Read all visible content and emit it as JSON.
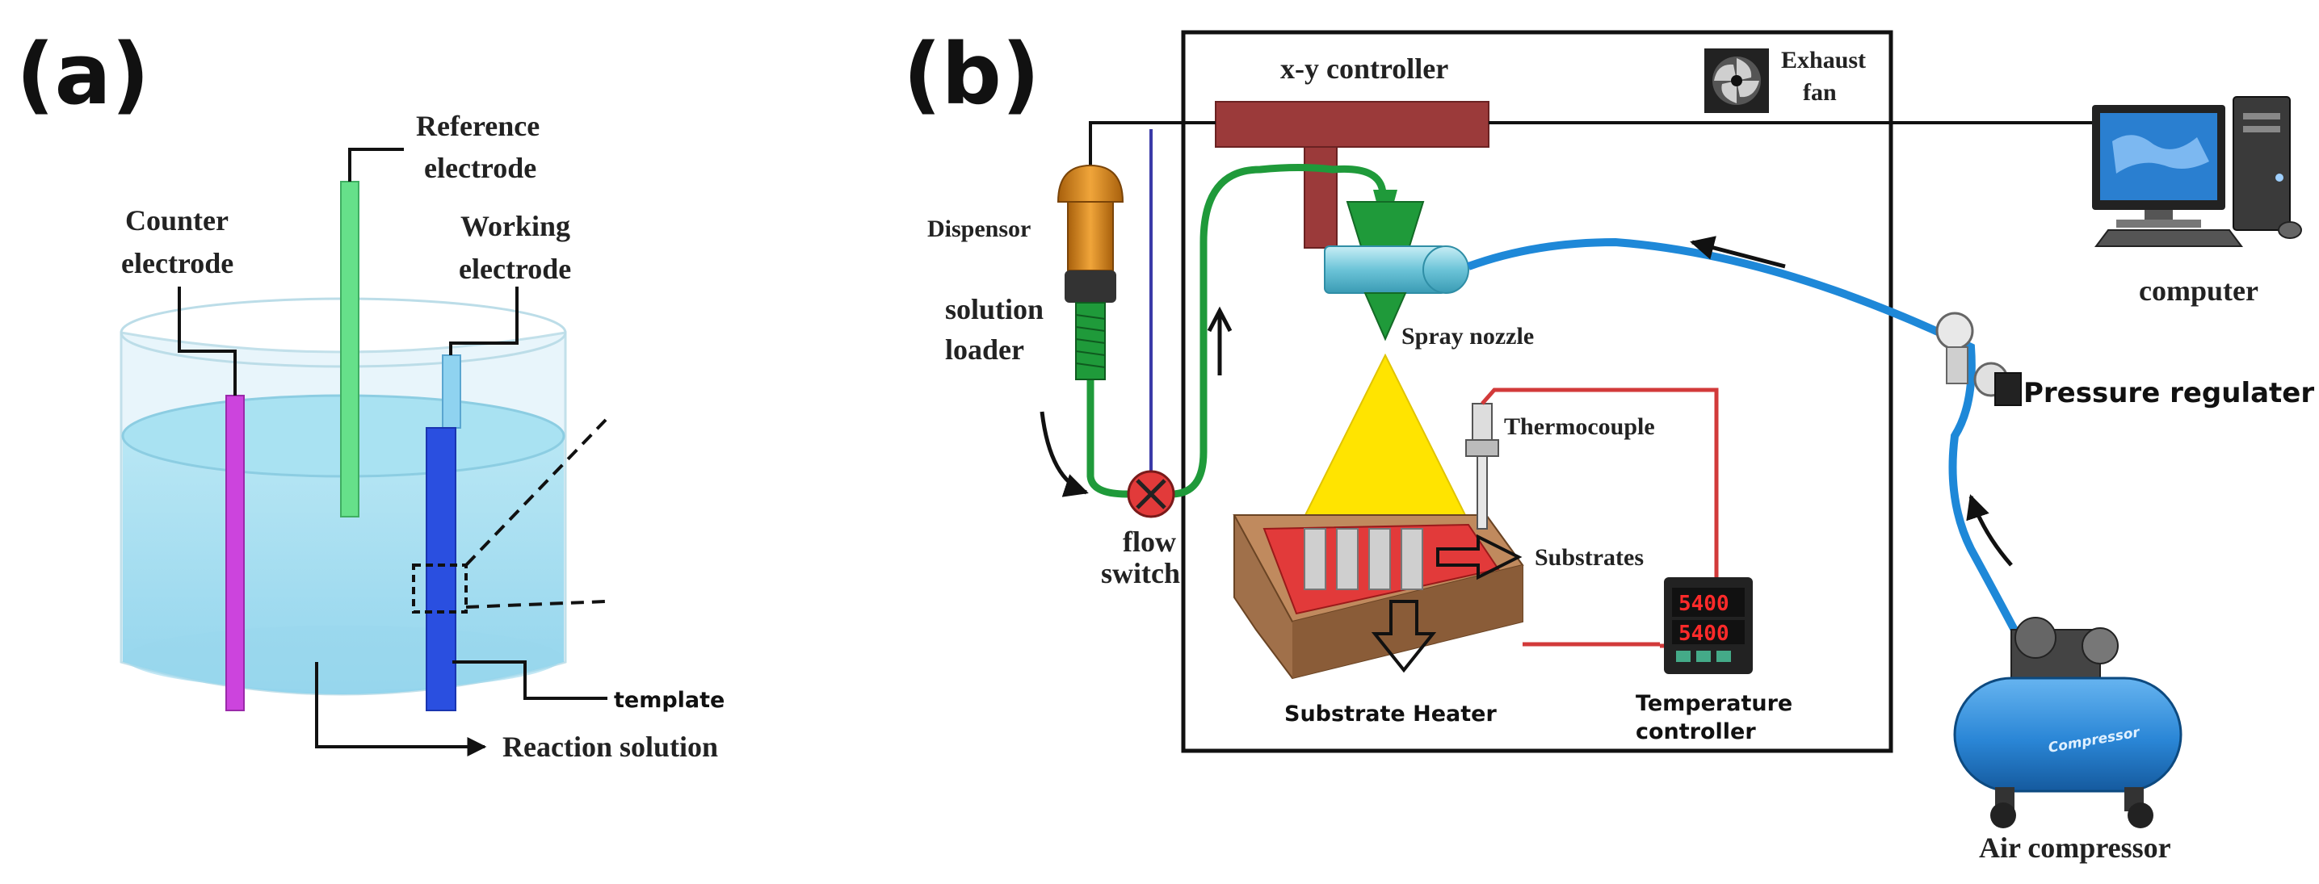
{
  "panel_a": {
    "label": "(a)",
    "reference_line1": "Reference",
    "reference_line2": "electrode",
    "counter_line1": "Counter",
    "counter_line2": "electrode",
    "working_line1": "Working",
    "working_line2": "electrode",
    "template": "template",
    "reaction_solution": "Reaction solution"
  },
  "panel_b": {
    "label": "(b)",
    "xy_controller": "x-y controller",
    "exhaust_line1": "Exhaust",
    "exhaust_line2": "fan",
    "dispensor": "Dispensor",
    "loader_line1": "solution",
    "loader_line2": "loader",
    "spray_nozzle": "Spray nozzle",
    "thermocouple": "Thermocouple",
    "substrates": "Substrates",
    "flow_line1": "flow",
    "flow_line2": "switch",
    "substrate_heater": "Substrate Heater",
    "temp_line1": "Temperature",
    "temp_line2": "controller",
    "temp_display_top": "5400",
    "temp_display_bottom": "5400",
    "computer": "computer",
    "pressure_regulator": "Pressure regulater",
    "compressor_tank_label": "Compressor",
    "air_compressor": "Air compressor"
  },
  "colors": {
    "solution": "#9fdcee",
    "counter_electrode": "#cc44dd",
    "reference_electrode": "#66e08a",
    "working_electrode": "#2a4fe0",
    "controller_arm": "#9b3a3a",
    "nozzle": "#7fd0e0",
    "green_tube": "#1f9a3a",
    "blue_tube": "#1e88d8",
    "heater": "#a0704a",
    "substrate_plate": "#e23a3a",
    "spray_cone": "#ffe400",
    "dispensor": "#d98a1a",
    "red_wire": "#d23a3a",
    "compressor": "#2a86d6"
  }
}
